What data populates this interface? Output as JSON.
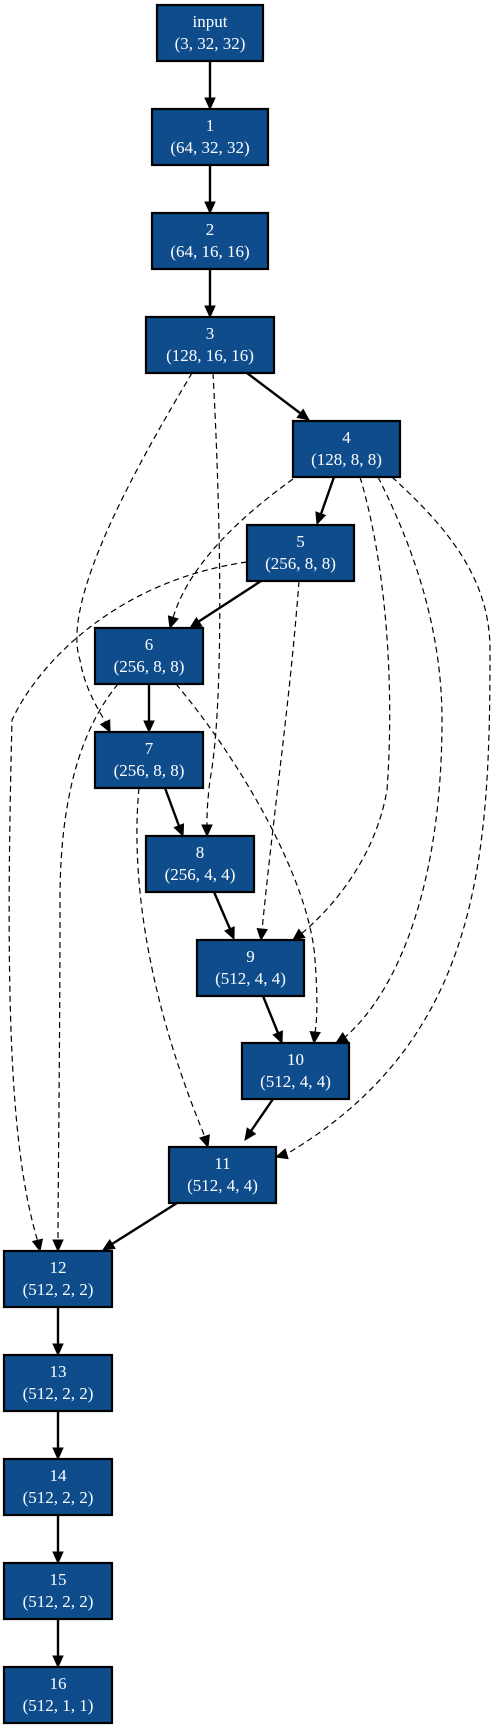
{
  "nodes": [
    {
      "id": "input",
      "label": "input",
      "shape": "(3, 32, 32)"
    },
    {
      "id": "n1",
      "label": "1",
      "shape": "(64, 32, 32)"
    },
    {
      "id": "n2",
      "label": "2",
      "shape": "(64, 16, 16)"
    },
    {
      "id": "n3",
      "label": "3",
      "shape": "(128, 16, 16)"
    },
    {
      "id": "n4",
      "label": "4",
      "shape": "(128, 8, 8)"
    },
    {
      "id": "n5",
      "label": "5",
      "shape": "(256, 8, 8)"
    },
    {
      "id": "n6",
      "label": "6",
      "shape": "(256, 8, 8)"
    },
    {
      "id": "n7",
      "label": "7",
      "shape": "(256, 8, 8)"
    },
    {
      "id": "n8",
      "label": "8",
      "shape": "(256, 4, 4)"
    },
    {
      "id": "n9",
      "label": "9",
      "shape": "(512, 4, 4)"
    },
    {
      "id": "n10",
      "label": "10",
      "shape": "(512, 4, 4)"
    },
    {
      "id": "n11",
      "label": "11",
      "shape": "(512, 4, 4)"
    },
    {
      "id": "n12",
      "label": "12",
      "shape": "(512, 2, 2)"
    },
    {
      "id": "n13",
      "label": "13",
      "shape": "(512, 2, 2)"
    },
    {
      "id": "n14",
      "label": "14",
      "shape": "(512, 2, 2)"
    },
    {
      "id": "n15",
      "label": "15",
      "shape": "(512, 2, 2)"
    },
    {
      "id": "n16",
      "label": "16",
      "shape": "(512, 1, 1)"
    }
  ],
  "edges": [
    {
      "from": "input",
      "to": "n1",
      "style": "solid"
    },
    {
      "from": "n1",
      "to": "n2",
      "style": "solid"
    },
    {
      "from": "n2",
      "to": "n3",
      "style": "solid"
    },
    {
      "from": "n3",
      "to": "n4",
      "style": "solid"
    },
    {
      "from": "n4",
      "to": "n5",
      "style": "solid"
    },
    {
      "from": "n5",
      "to": "n6",
      "style": "solid"
    },
    {
      "from": "n6",
      "to": "n7",
      "style": "solid"
    },
    {
      "from": "n7",
      "to": "n8",
      "style": "solid"
    },
    {
      "from": "n8",
      "to": "n9",
      "style": "solid"
    },
    {
      "from": "n9",
      "to": "n10",
      "style": "solid"
    },
    {
      "from": "n10",
      "to": "n11",
      "style": "solid"
    },
    {
      "from": "n11",
      "to": "n12",
      "style": "solid"
    },
    {
      "from": "n12",
      "to": "n13",
      "style": "solid"
    },
    {
      "from": "n13",
      "to": "n14",
      "style": "solid"
    },
    {
      "from": "n14",
      "to": "n15",
      "style": "solid"
    },
    {
      "from": "n15",
      "to": "n16",
      "style": "solid"
    },
    {
      "from": "n3",
      "to": "n7",
      "style": "dashed"
    },
    {
      "from": "n3",
      "to": "n8",
      "style": "dashed"
    },
    {
      "from": "n4",
      "to": "n6",
      "style": "dashed"
    },
    {
      "from": "n4",
      "to": "n9",
      "style": "dashed"
    },
    {
      "from": "n4",
      "to": "n10",
      "style": "dashed"
    },
    {
      "from": "n4",
      "to": "n11",
      "style": "dashed"
    },
    {
      "from": "n5",
      "to": "n9",
      "style": "dashed"
    },
    {
      "from": "n5",
      "to": "n12",
      "style": "dashed"
    },
    {
      "from": "n6",
      "to": "n10",
      "style": "dashed"
    },
    {
      "from": "n6",
      "to": "n12",
      "style": "dashed"
    },
    {
      "from": "n7",
      "to": "n11",
      "style": "dashed"
    }
  ],
  "colors": {
    "node_fill": "#0e4c8c",
    "node_border": "#000000",
    "node_text": "#ffffff",
    "edge": "#000000"
  }
}
